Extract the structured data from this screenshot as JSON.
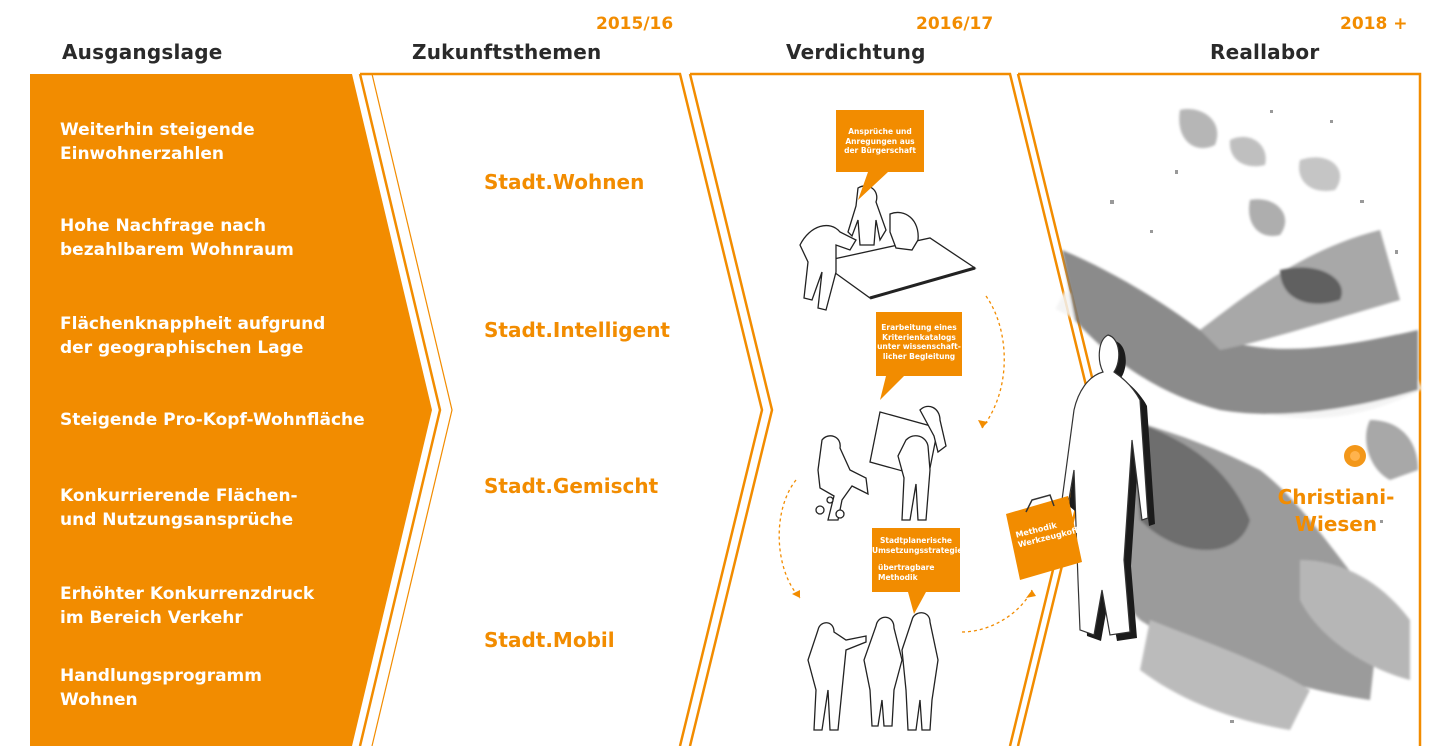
{
  "headers": {
    "col1": "Ausgangslage",
    "col2": "Zukunftsthemen",
    "col3": "Verdichtung",
    "col4": "Reallabor"
  },
  "years": {
    "col2": "2015/16",
    "col3": "2016/17",
    "col4": "2018 +"
  },
  "issues": [
    {
      "line1": "Weiterhin steigende",
      "line2": "Einwohnerzahlen"
    },
    {
      "line1": "Hohe Nachfrage nach",
      "line2": "bezahlbarem Wohnraum"
    },
    {
      "line1": "Flächenknappheit aufgrund",
      "line2": "der geographischen Lage"
    },
    {
      "line1": "Steigende Pro-Kopf-Wohnfläche",
      "line2": ""
    },
    {
      "line1": "Konkurrierende Flächen-",
      "line2": "und Nutzungsansprüche"
    },
    {
      "line1": "Erhöhter Konkurrenzdruck",
      "line2": "im Bereich Verkehr"
    },
    {
      "line1": "Handlungsprogramm",
      "line2": "Wohnen"
    }
  ],
  "themes": [
    "Stadt.Wohnen",
    "Stadt.Intelligent",
    "Stadt.Gemischt",
    "Stadt.Mobil"
  ],
  "bubbles": [
    {
      "lines": [
        "Ansprüche und",
        "Anregungen aus",
        "der Bürgerschaft"
      ]
    },
    {
      "lines": [
        "Erarbeitung eines",
        "Kriterienkatalogs",
        "unter wissenschaft-",
        "licher Begleitung"
      ]
    },
    {
      "lines": [
        "Stadtplanerische",
        "Umsetzungsstrategie",
        "",
        "übertragbare",
        "Methodik"
      ]
    }
  ],
  "briefcase": {
    "line1": "Methodik",
    "line2": "Werkzeugkoffer"
  },
  "place": {
    "line1": "Christiani-",
    "line2": "Wiesen"
  },
  "colors": {
    "accent": "#f28c00",
    "text": "#2a2a2a",
    "map": "#6e6e6e"
  }
}
